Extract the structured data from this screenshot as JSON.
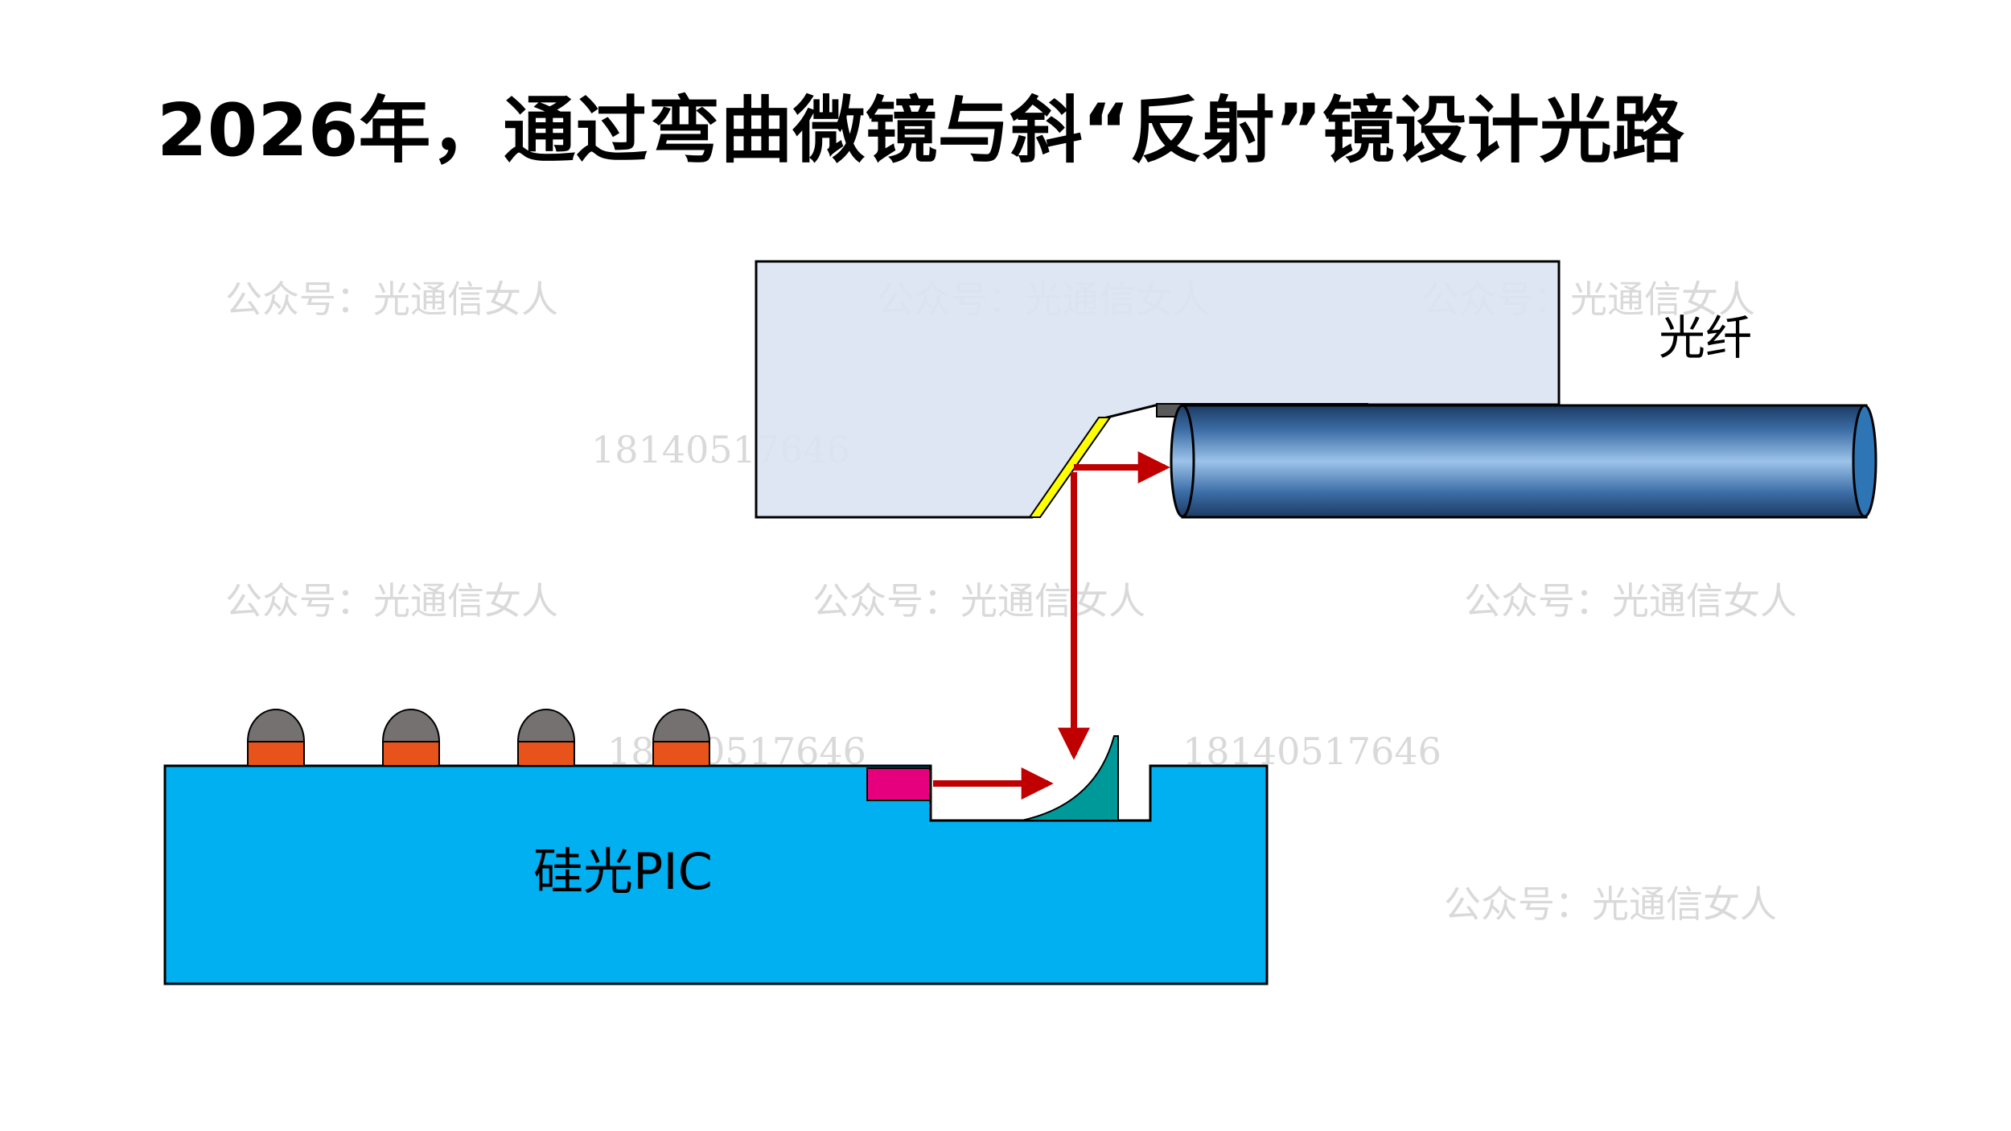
{
  "title": "2026年，通过弯曲微镜与斜“反射”镜设计光路",
  "labels": {
    "fiber": "光纤",
    "pic": "硅光PIC"
  },
  "watermark": {
    "text": "公众号：光通信女人",
    "number": "18140517646"
  },
  "colors": {
    "pic_body": "#00b0f0",
    "fiber_holder": "#dae3f3",
    "fiber_core": "#3b6aa6",
    "laser_arrow": "#c00000",
    "tilted_mirror": "#ffff00",
    "curved_micromirror": "#009999",
    "emitter": "#e6007e",
    "bump_cap": "#767171",
    "bump_base": "#e8531c"
  }
}
